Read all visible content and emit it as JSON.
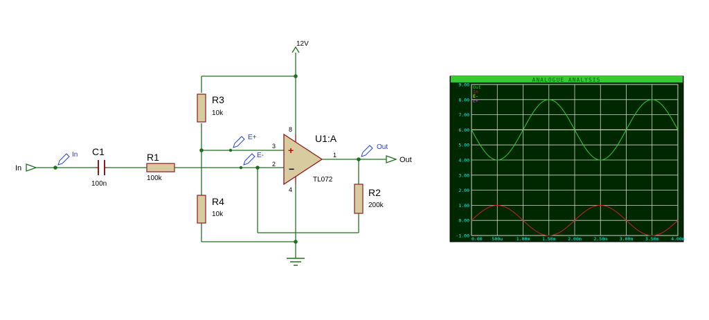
{
  "colors": {
    "wire": "#1f6f1f",
    "component_stroke": "#8b1a1a",
    "resistor_fill": "#d9cba0",
    "opamp_fill": "#d9cba0",
    "probe": "#1f3fc8",
    "graph_bg": "#002800",
    "graph_grid": "#cfd8c8",
    "graph_title_bar": "#33cc33",
    "axis_text": "#00ffff",
    "trace_out": "#33cc33",
    "trace_in": "#cc2222",
    "trace_eminus": "#ffff00",
    "trace_eplus": "#ff33ff"
  },
  "schematic": {
    "input_terminal": "In",
    "output_terminal": "Out",
    "supply_label": "12V",
    "probes": {
      "in": "In",
      "eplus": "E+",
      "eminus": "E-",
      "out": "Out"
    },
    "c1": {
      "ref": "C1",
      "value": "100n"
    },
    "r1": {
      "ref": "R1",
      "value": "100k"
    },
    "r2": {
      "ref": "R2",
      "value": "200k"
    },
    "r3": {
      "ref": "R3",
      "value": "10k"
    },
    "r4": {
      "ref": "R4",
      "value": "10k"
    },
    "opamp": {
      "ref": "U1:A",
      "part": "TL072",
      "pin_noninv": "3",
      "pin_inv": "2",
      "pin_out": "1",
      "pin_vcc": "8",
      "pin_gnd": "4",
      "plus_sign": "+",
      "minus_sign": "−"
    }
  },
  "graph": {
    "title": "ANALOGUE ANALYSIS",
    "chart_data": {
      "type": "line",
      "title": "ANALOGUE ANALYSIS",
      "x_ticks": [
        "0.00",
        "500u",
        "1.00m",
        "1.50m",
        "2.00m",
        "2.50m",
        "3.00m",
        "3.50m",
        "4.00m"
      ],
      "y_ticks": [
        "9.00",
        "8.00",
        "7.00",
        "6.00",
        "5.00",
        "4.00",
        "3.00",
        "2.00",
        "1.00",
        "0.00",
        "-1.00"
      ],
      "xlim": [
        0,
        0.004
      ],
      "ylim": [
        -1,
        9
      ],
      "grid": true,
      "legend_position": "top-left",
      "series": [
        {
          "name": "Out",
          "color": "#33cc33",
          "kind": "sine",
          "offset": 6.0,
          "amplitude": 2.0,
          "period": 0.002,
          "phase_deg": 180
        },
        {
          "name": "In",
          "color": "#cc2222",
          "kind": "sine",
          "offset": 0.0,
          "amplitude": 1.0,
          "period": 0.002,
          "phase_deg": 0
        },
        {
          "name": "E-",
          "color": "#ffff00",
          "kind": "constant",
          "value": 6.0
        },
        {
          "name": "E+",
          "color": "#ff33ff",
          "kind": "constant",
          "value": 6.0
        }
      ]
    }
  }
}
